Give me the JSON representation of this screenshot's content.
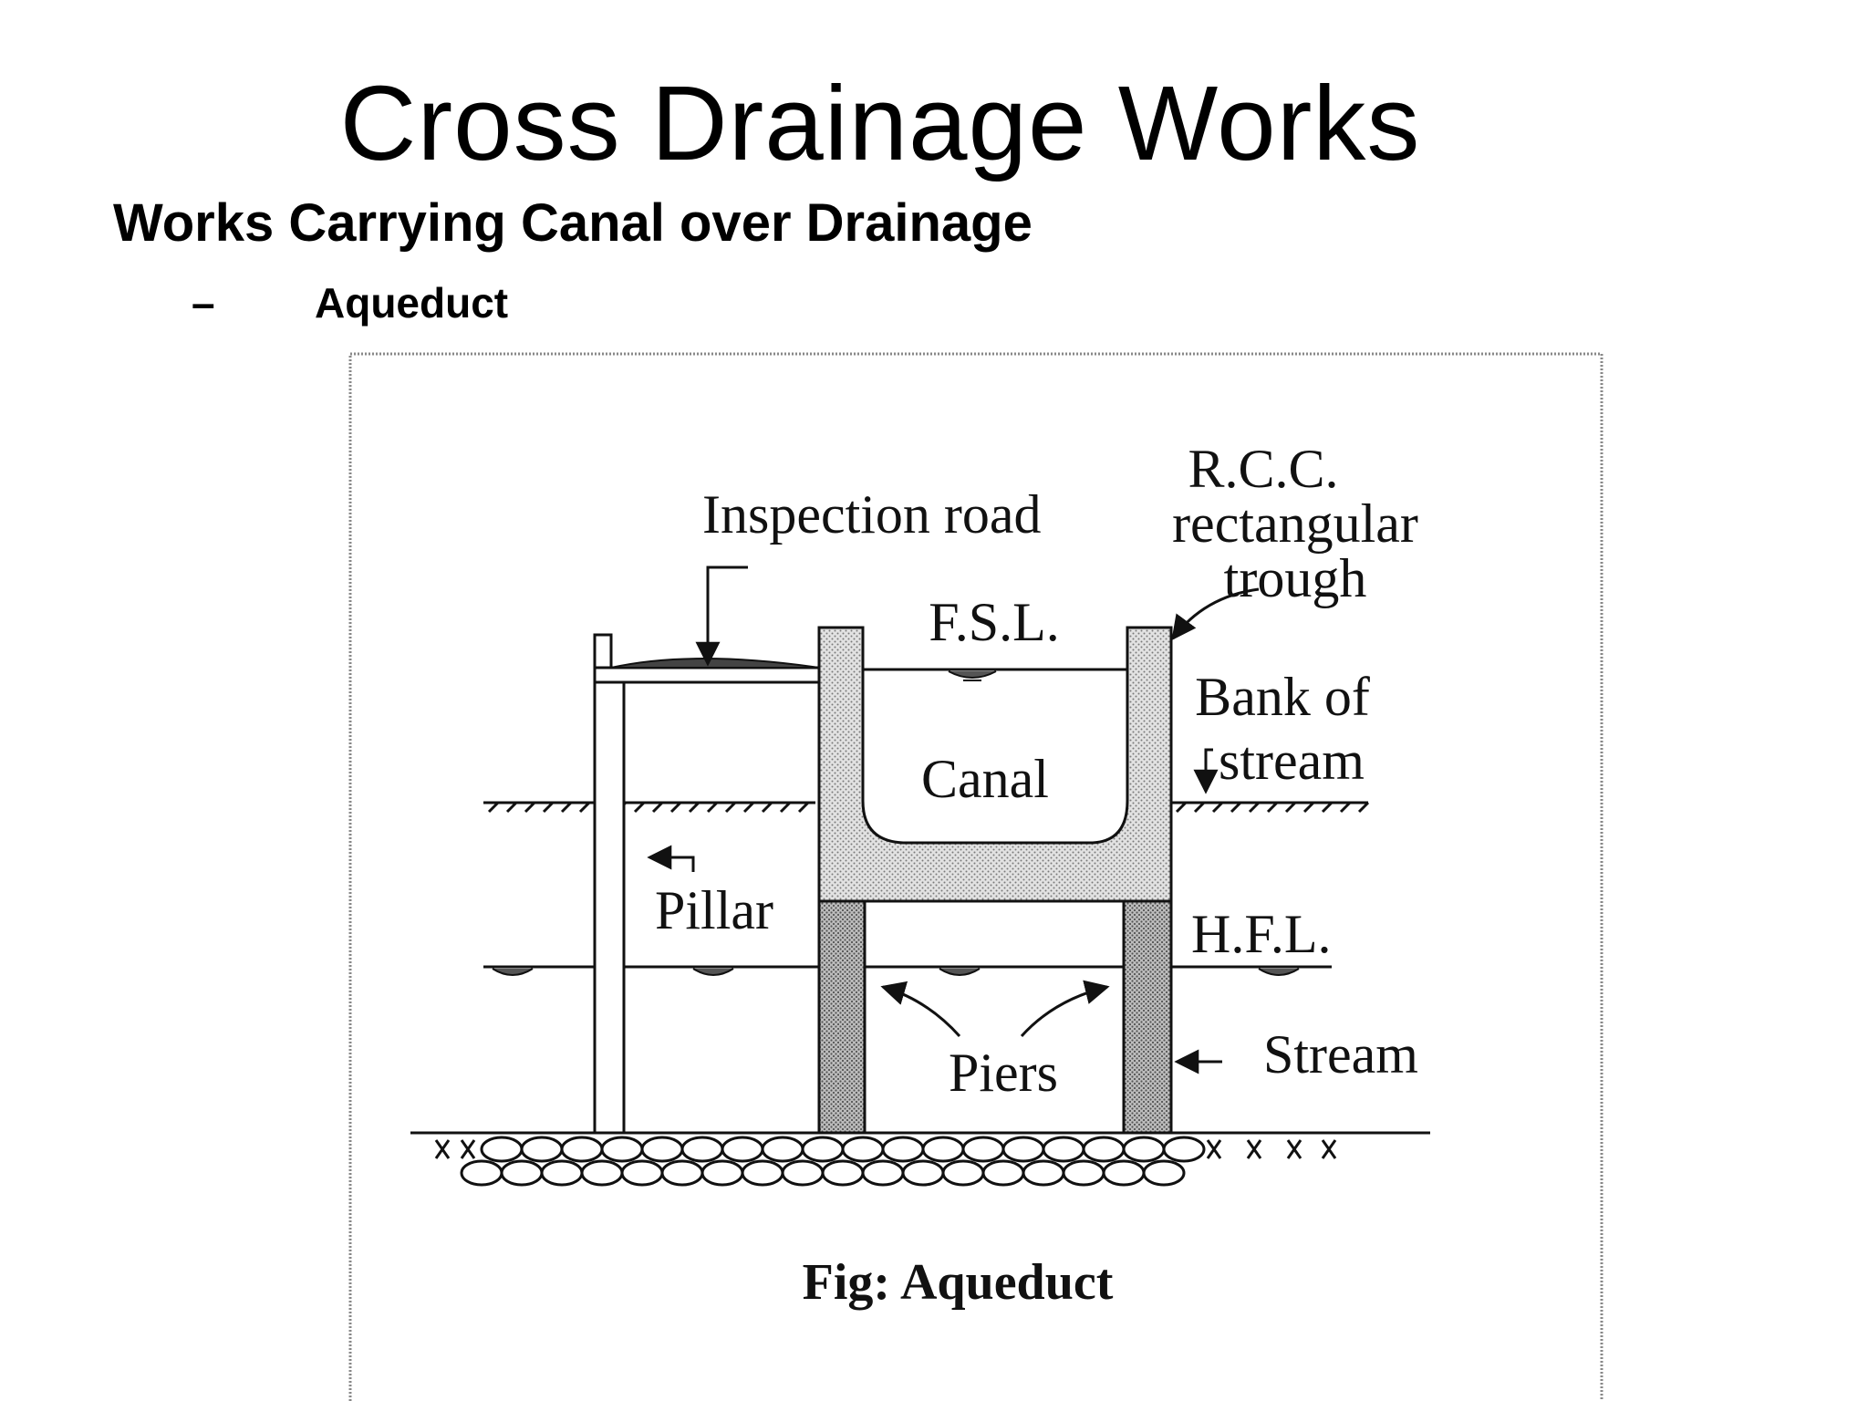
{
  "slide": {
    "title": "Cross Drainage Works",
    "subtitle": "Works Carrying Canal over Drainage",
    "bullet_dash": "–",
    "bullet_text": "Aqueduct"
  },
  "diagram": {
    "labels": {
      "inspection_road": "Inspection road",
      "rcc_line1": "R.C.C.",
      "rcc_line2": "rectangular",
      "rcc_line3": "trough",
      "fsl": "F.S.L.",
      "bank_line1": "Bank of",
      "bank_line2": "stream",
      "canal": "Canal",
      "pillar": "Pillar",
      "hfl": "H.F.L.",
      "piers": "Piers",
      "stream": "Stream"
    },
    "caption": "Fig: Aqueduct"
  },
  "colors": {
    "ink": "#111111",
    "concrete": "#d4d4d4",
    "pier": "#b8b8b8",
    "frame": "#888888"
  }
}
